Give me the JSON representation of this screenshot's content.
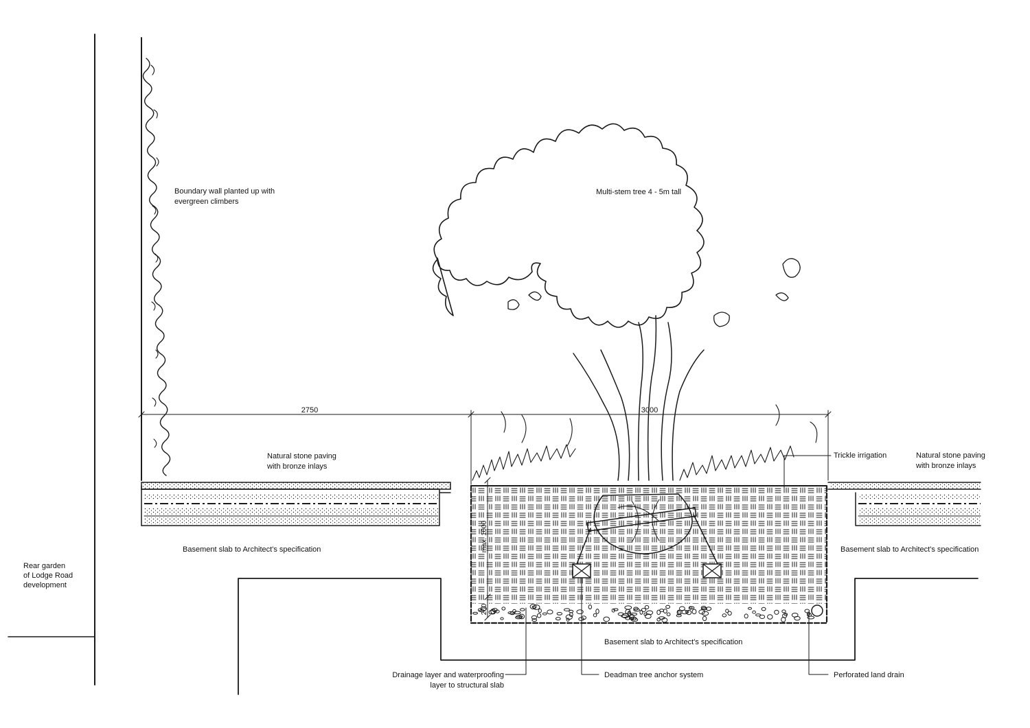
{
  "labels": {
    "rear_garden": [
      "Rear garden",
      "of Lodge Road",
      "development"
    ],
    "boundary_wall": [
      "Boundary wall planted up with",
      "evergreen climbers"
    ],
    "tree": "Multi-stem tree 4 - 5m tall",
    "paving_left": [
      "Natural stone paving",
      "with bronze inlays"
    ],
    "paving_right": [
      "Natural stone paving",
      "with bronze inlays"
    ],
    "trickle_irrigation": "Trickle irrigation",
    "basement_left": "Basement slab to Architect's specification",
    "basement_right": "Basement slab to Architect's specification",
    "basement_center": "Basement slab to Architect's specification",
    "drainage": [
      "Drainage layer and waterproofing",
      "layer to structural slab"
    ],
    "deadman": "Deadman tree anchor system",
    "land_drain": "Perforated land drain"
  },
  "dimensions": {
    "left_width": "2750",
    "pit_width": "3000",
    "soil_depth": "max. 1000",
    "drain_depth": "200"
  }
}
